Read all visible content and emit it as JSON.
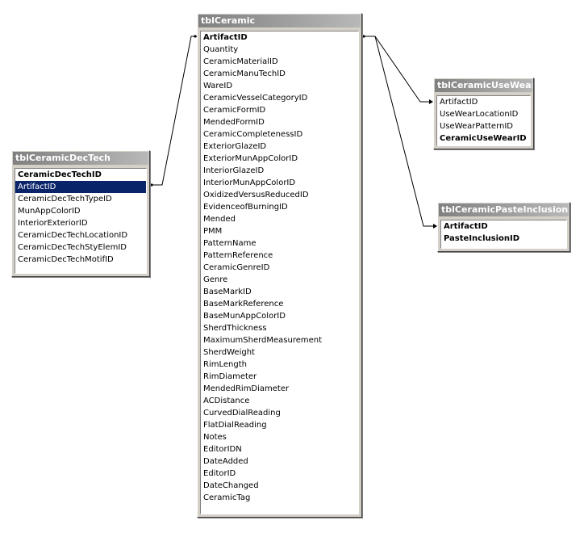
{
  "colors": {
    "selection": "#0a246a",
    "frame": "#d4d0c8",
    "title_bar": "#808080"
  },
  "tables": {
    "decTech": {
      "title": "tblCeramicDecTech",
      "fields": [
        {
          "label": "CeramicDecTechID",
          "pk": true,
          "selected": false
        },
        {
          "label": "ArtifactID",
          "pk": false,
          "selected": true
        },
        {
          "label": "CeramicDecTechTypeID",
          "pk": false,
          "selected": false
        },
        {
          "label": "MunAppColorID",
          "pk": false,
          "selected": false
        },
        {
          "label": "InteriorExteriorID",
          "pk": false,
          "selected": false
        },
        {
          "label": "CeramicDecTechLocationID",
          "pk": false,
          "selected": false
        },
        {
          "label": "CeramicDecTechStyElemID",
          "pk": false,
          "selected": false
        },
        {
          "label": "CeramicDecTechMotifID",
          "pk": false,
          "selected": false
        }
      ]
    },
    "ceramic": {
      "title": "tblCeramic",
      "fields": [
        {
          "label": "ArtifactID",
          "pk": true,
          "selected": false
        },
        {
          "label": "Quantity",
          "pk": false,
          "selected": false
        },
        {
          "label": "CeramicMaterialID",
          "pk": false,
          "selected": false
        },
        {
          "label": "CeramicManuTechID",
          "pk": false,
          "selected": false
        },
        {
          "label": "WareID",
          "pk": false,
          "selected": false
        },
        {
          "label": "CeramicVesselCategoryID",
          "pk": false,
          "selected": false
        },
        {
          "label": "CeramicFormID",
          "pk": false,
          "selected": false
        },
        {
          "label": "MendedFormID",
          "pk": false,
          "selected": false
        },
        {
          "label": "CeramicCompletenessID",
          "pk": false,
          "selected": false
        },
        {
          "label": "ExteriorGlazeID",
          "pk": false,
          "selected": false
        },
        {
          "label": "ExteriorMunAppColorID",
          "pk": false,
          "selected": false
        },
        {
          "label": "InteriorGlazeID",
          "pk": false,
          "selected": false
        },
        {
          "label": "InteriorMunAppColorID",
          "pk": false,
          "selected": false
        },
        {
          "label": "OxidizedVersusReducedID",
          "pk": false,
          "selected": false
        },
        {
          "label": "EvidenceofBurningID",
          "pk": false,
          "selected": false
        },
        {
          "label": "Mended",
          "pk": false,
          "selected": false
        },
        {
          "label": "PMM",
          "pk": false,
          "selected": false
        },
        {
          "label": "PatternName",
          "pk": false,
          "selected": false
        },
        {
          "label": "PatternReference",
          "pk": false,
          "selected": false
        },
        {
          "label": "CeramicGenreID",
          "pk": false,
          "selected": false
        },
        {
          "label": "Genre",
          "pk": false,
          "selected": false
        },
        {
          "label": "BaseMarkID",
          "pk": false,
          "selected": false
        },
        {
          "label": "BaseMarkReference",
          "pk": false,
          "selected": false
        },
        {
          "label": "BaseMunAppColorID",
          "pk": false,
          "selected": false
        },
        {
          "label": "SherdThickness",
          "pk": false,
          "selected": false
        },
        {
          "label": "MaximumSherdMeasurement",
          "pk": false,
          "selected": false
        },
        {
          "label": "SherdWeight",
          "pk": false,
          "selected": false
        },
        {
          "label": "RimLength",
          "pk": false,
          "selected": false
        },
        {
          "label": "RimDiameter",
          "pk": false,
          "selected": false
        },
        {
          "label": "MendedRimDiameter",
          "pk": false,
          "selected": false
        },
        {
          "label": "ACDistance",
          "pk": false,
          "selected": false
        },
        {
          "label": "CurvedDialReading",
          "pk": false,
          "selected": false
        },
        {
          "label": "FlatDialReading",
          "pk": false,
          "selected": false
        },
        {
          "label": "Notes",
          "pk": false,
          "selected": false
        },
        {
          "label": "EditorIDN",
          "pk": false,
          "selected": false
        },
        {
          "label": "DateAdded",
          "pk": false,
          "selected": false
        },
        {
          "label": "EditorID",
          "pk": false,
          "selected": false
        },
        {
          "label": "DateChanged",
          "pk": false,
          "selected": false
        },
        {
          "label": "CeramicTag",
          "pk": false,
          "selected": false
        }
      ]
    },
    "useWear": {
      "title": "tblCeramicUseWear",
      "fields": [
        {
          "label": "ArtifactID",
          "pk": false,
          "selected": false
        },
        {
          "label": "UseWearLocationID",
          "pk": false,
          "selected": false
        },
        {
          "label": "UseWearPatternID",
          "pk": false,
          "selected": false
        },
        {
          "label": "CeramicUseWearID",
          "pk": true,
          "selected": false
        }
      ]
    },
    "paste": {
      "title": "tblCeramicPasteInclusion",
      "fields": [
        {
          "label": "ArtifactID",
          "pk": true,
          "selected": false
        },
        {
          "label": "PasteInclusionID",
          "pk": true,
          "selected": false
        }
      ]
    }
  }
}
